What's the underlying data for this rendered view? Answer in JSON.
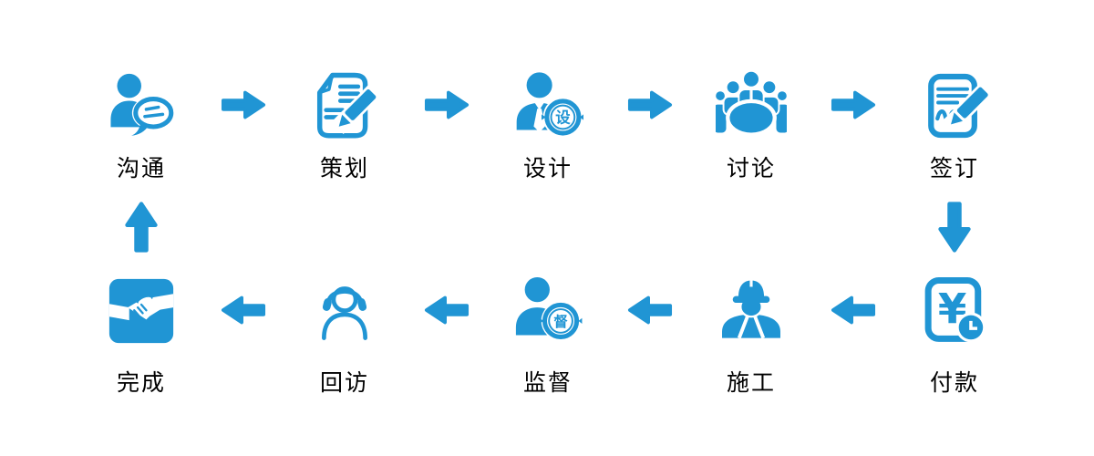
{
  "colors": {
    "accent": "#2095d4",
    "label_text": "#000000",
    "background": "#ffffff"
  },
  "flow": {
    "top_row_order": [
      "沟通",
      "策划",
      "设计",
      "讨论",
      "签订"
    ],
    "bottom_row_order": [
      "完成",
      "回访",
      "监督",
      "施工",
      "付款"
    ],
    "top_row_direction": "left-to-right",
    "bottom_row_direction": "right-to-left"
  },
  "steps": {
    "communicate": {
      "label": "沟通",
      "icon": "person-chat-icon"
    },
    "plan": {
      "label": "策划",
      "icon": "document-pen-icon"
    },
    "design": {
      "label": "设计",
      "icon": "designer-badge-icon",
      "badge_text": "设"
    },
    "discuss": {
      "label": "讨论",
      "icon": "meeting-table-icon"
    },
    "sign": {
      "label": "签订",
      "icon": "contract-signing-icon"
    },
    "pay": {
      "label": "付款",
      "icon": "payment-clock-icon",
      "currency_symbol": "¥"
    },
    "construct": {
      "label": "施工",
      "icon": "construction-worker-icon"
    },
    "supervise": {
      "label": "监督",
      "icon": "supervisor-badge-icon",
      "badge_text": "督"
    },
    "revisit": {
      "label": "回访",
      "icon": "headset-support-icon"
    },
    "complete": {
      "label": "完成",
      "icon": "handshake-icon"
    }
  }
}
